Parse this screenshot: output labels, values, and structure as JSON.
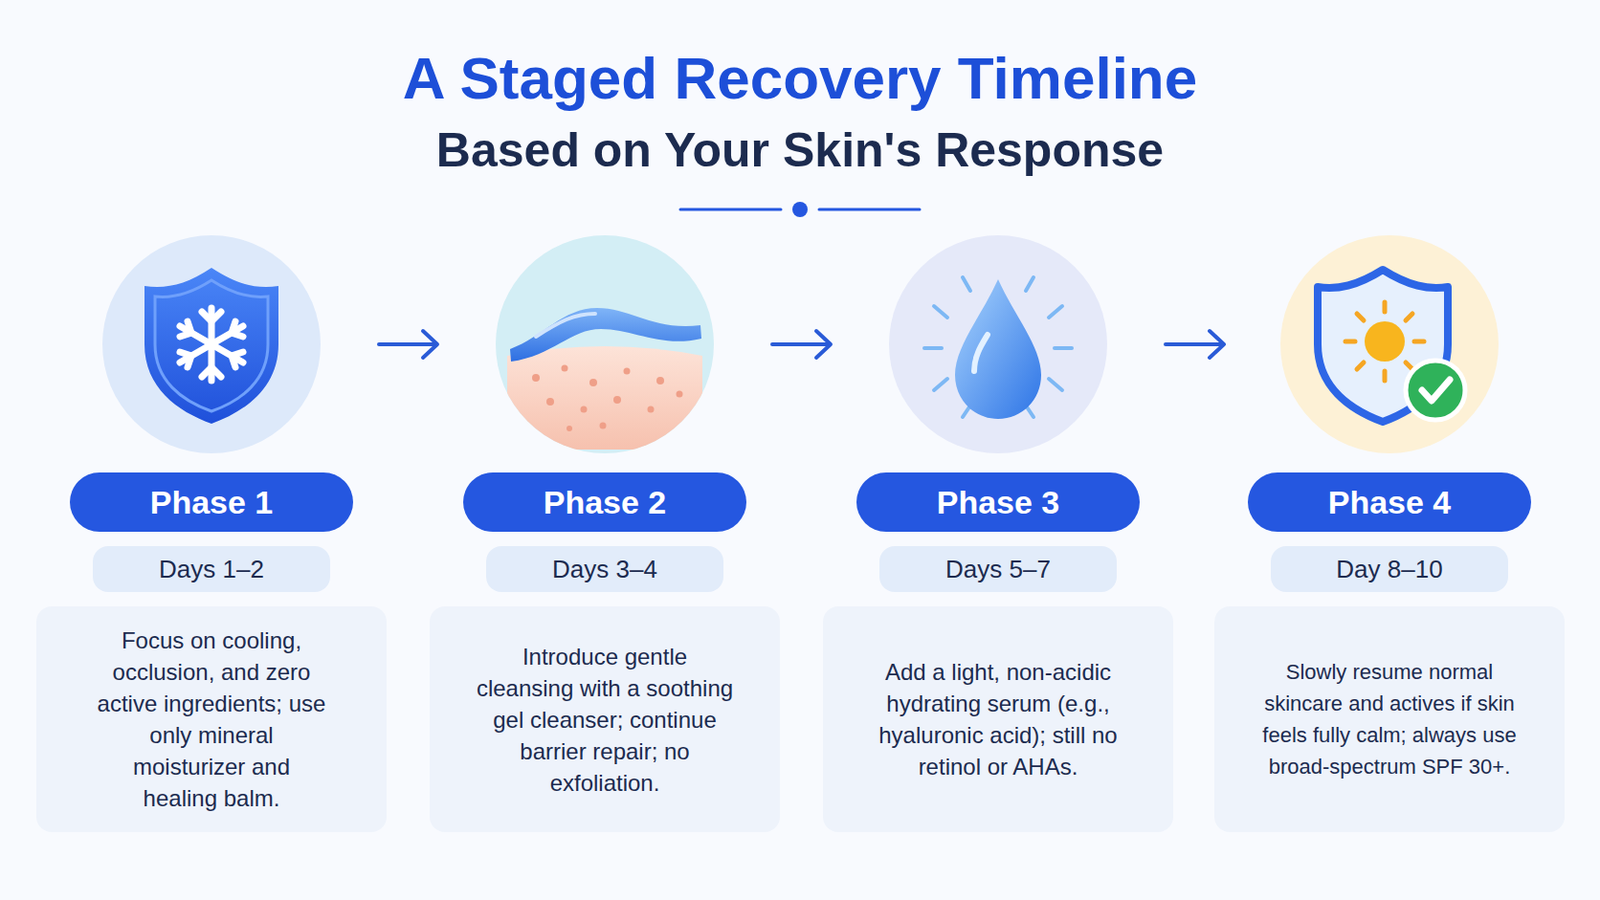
{
  "diagram": {
    "title": "A Staged Recovery Timeline",
    "nodes": [
      {
        "text": [
          "Phase 1"
        ]
      },
      {
        "text": [
          "Days 1–2"
        ]
      },
      {
        "text": [
          "Focus on cooling, occlusion, and zero active ingredients; use only mineral moisturizer and healing balm."
        ]
      },
      {
        "text": [
          "Phase 2"
        ]
      },
      {
        "text": [
          "Days 3–4"
        ]
      },
      {
        "text": [
          "Introduce gentle cleansing with a soothing gel cleanser; continue barrier repair; no exfoliation."
        ]
      },
      {
        "text": [
          "Phase 3"
        ]
      },
      {
        "text": [
          "Days 5–7"
        ]
      },
      {
        "text": [
          "Add a light, non-acidic hydrating serum (e.g., hyaluronic acid); still no retinol or AHAs."
        ]
      },
      {
        "text": [
          "Phase 4"
        ]
      },
      {
        "text": [
          "Day 8–10"
        ]
      },
      {
        "text": [
          "Slowly resume normal skincare and actives if skin feels fully calm; always use broad-spectrum SPF 30+."
        ]
      }
    ],
    "labels": [
      "Based on Your Skin's Response"
    ]
  }
}
